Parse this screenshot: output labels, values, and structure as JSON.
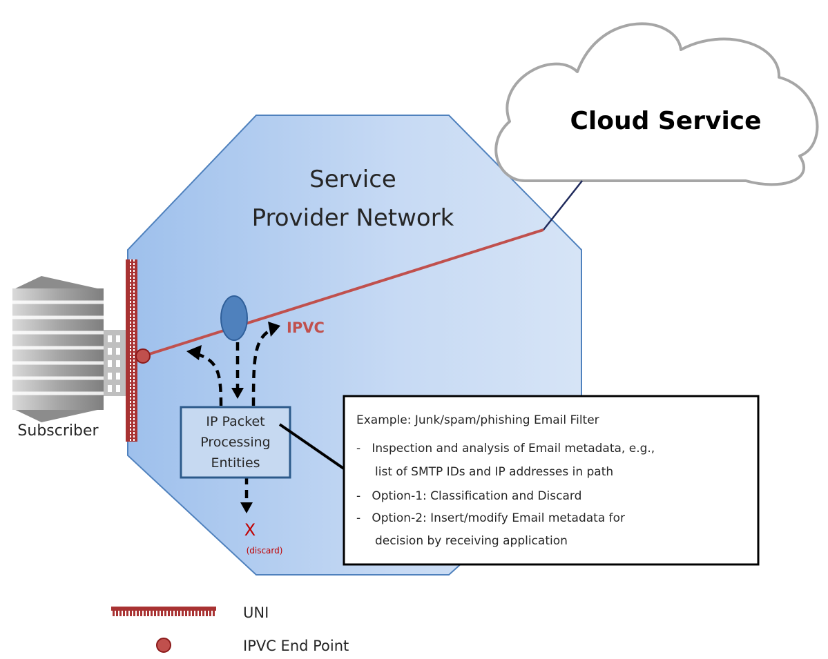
{
  "cloud": {
    "label": "Cloud Service"
  },
  "network": {
    "title_line1": "Service",
    "title_line2": "Provider Network"
  },
  "ipvc_label": "IPVC",
  "subscriber_label": "Subscriber",
  "processing_box": {
    "lines": [
      "IP Packet",
      "Processing",
      "Entities"
    ]
  },
  "discard": {
    "mark": "X",
    "label": "(discard)"
  },
  "note": {
    "lines": [
      "Example: Junk/spam/phishing Email Filter",
      "-   Inspection and analysis of Email metadata, e.g.,",
      "     list of SMTP IDs and IP addresses in path",
      "-   Option-1: Classification and Discard",
      "-   Option-2: Insert/modify Email metadata for",
      "     decision by receiving application"
    ]
  },
  "legend": {
    "uni": "UNI",
    "endpoint": "IPVC End Point"
  },
  "colors": {
    "network_fill": "#c6d9f1",
    "network_border": "#4f81bd",
    "ipvc_line": "#c0504d",
    "uni": "#a83232",
    "endpoint": "#c0504d",
    "cloud_border": "#a6a6a6",
    "discard": "#c00000"
  }
}
